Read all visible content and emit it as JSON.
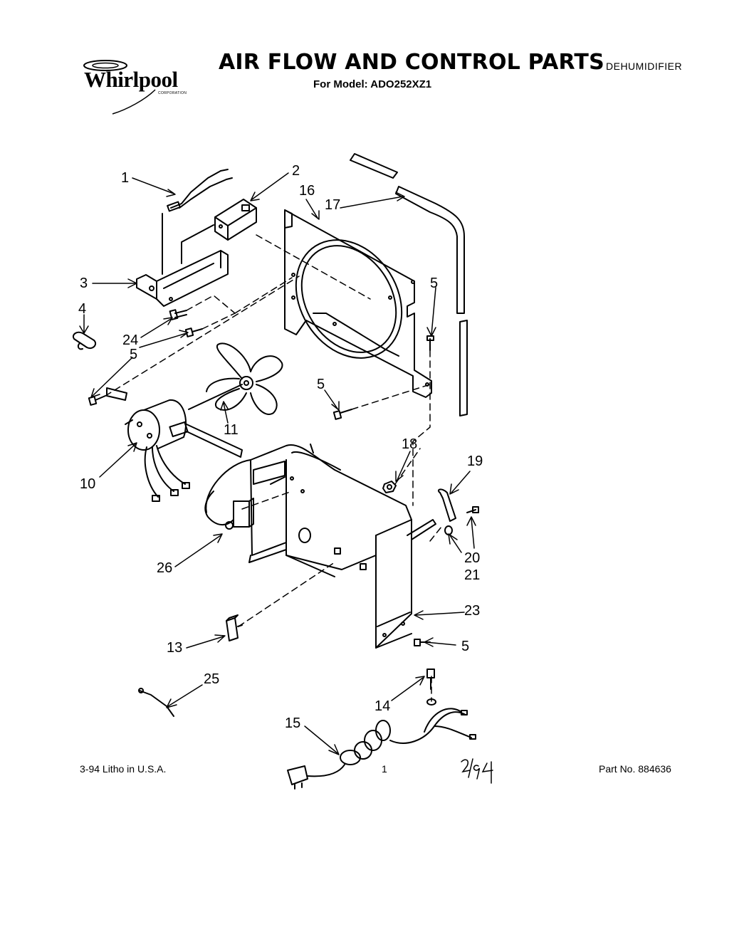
{
  "header": {
    "brand": "Whirlpool",
    "brand_sub": "CORPORATION",
    "title": "AIR FLOW AND CONTROL PARTS",
    "model_line": "For Model: ADO252XZ1",
    "category": "DEHUMIDIFIER"
  },
  "callouts": {
    "c1": "1",
    "c2": "2",
    "c3": "3",
    "c4": "4",
    "c24": "24",
    "c5a": "5",
    "c5b": "5",
    "c5c": "5",
    "c5d": "5",
    "c11": "11",
    "c10": "10",
    "c16": "16",
    "c17": "17",
    "c18": "18",
    "c19": "19",
    "c20": "20",
    "c21": "21",
    "c23": "23",
    "c26": "26",
    "c13": "13",
    "c25": "25",
    "c14": "14",
    "c15": "15"
  },
  "footer": {
    "date_litho": "3-94  Litho in U.S.A.",
    "page_number": "1",
    "part_number": "Part No. 884636"
  }
}
